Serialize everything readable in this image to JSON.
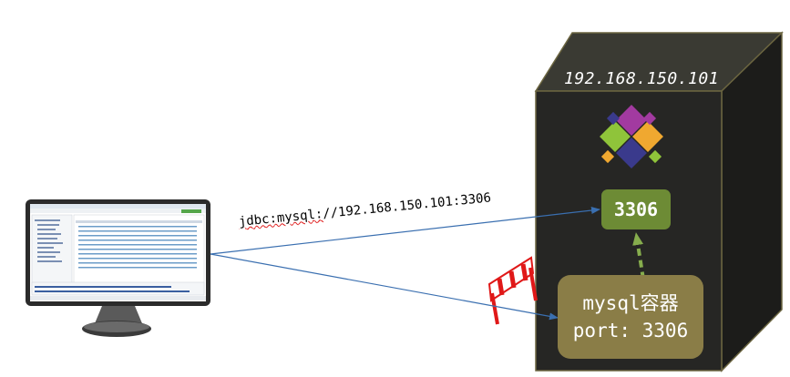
{
  "server": {
    "ip": "192.168.150.101",
    "host_port": "3306"
  },
  "container": {
    "name": "mysql容器",
    "port_line": "port: 3306"
  },
  "connection": {
    "url_prefix": "jdbc:mysql:",
    "url_rest": "//192.168.150.101:3306"
  },
  "colors": {
    "server_front": "#262624",
    "server_side": "#1c1c1a",
    "server_top": "#3a3a33",
    "server_edge": "#6b6540",
    "port_box": "#6d8b35",
    "container_box": "#8a7d47",
    "arrow_blue": "#3a6fb0",
    "firewall_red": "#e01818",
    "dashed_green": "#86ad4d"
  },
  "icons": [
    "monitor-icon",
    "database-app-icon",
    "firewall-barrier-icon"
  ]
}
